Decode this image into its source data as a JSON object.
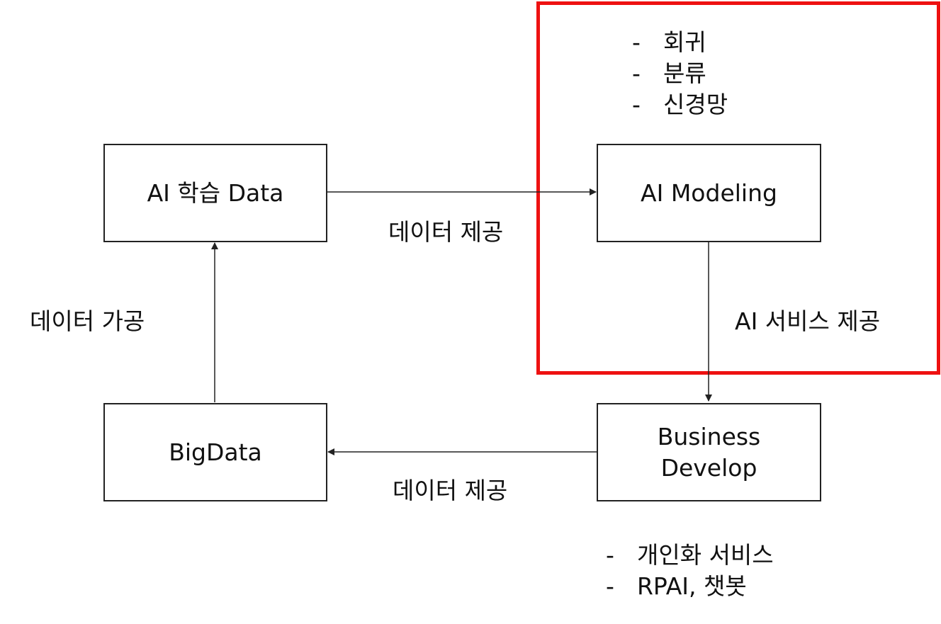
{
  "boxes": {
    "ai_training_data": "AI 학습 Data",
    "ai_modeling": "AI Modeling",
    "bigdata": "BigData",
    "business_develop_line1": "Business",
    "business_develop_line2": "Develop"
  },
  "edges": {
    "training_to_modeling": "데이터 제공",
    "bigdata_to_training": "데이터 가공",
    "modeling_to_business": "AI 서비스 제공",
    "business_to_bigdata": "데이터 제공"
  },
  "modeling_items": [
    "회귀",
    "분류",
    "신경망"
  ],
  "business_items": [
    "개인화 서비스",
    "RPAI, 챗봇"
  ],
  "bullet_marker": "-",
  "colors": {
    "highlight_border": "#ee1111",
    "box_border": "#222222",
    "arrow": "#222222"
  }
}
